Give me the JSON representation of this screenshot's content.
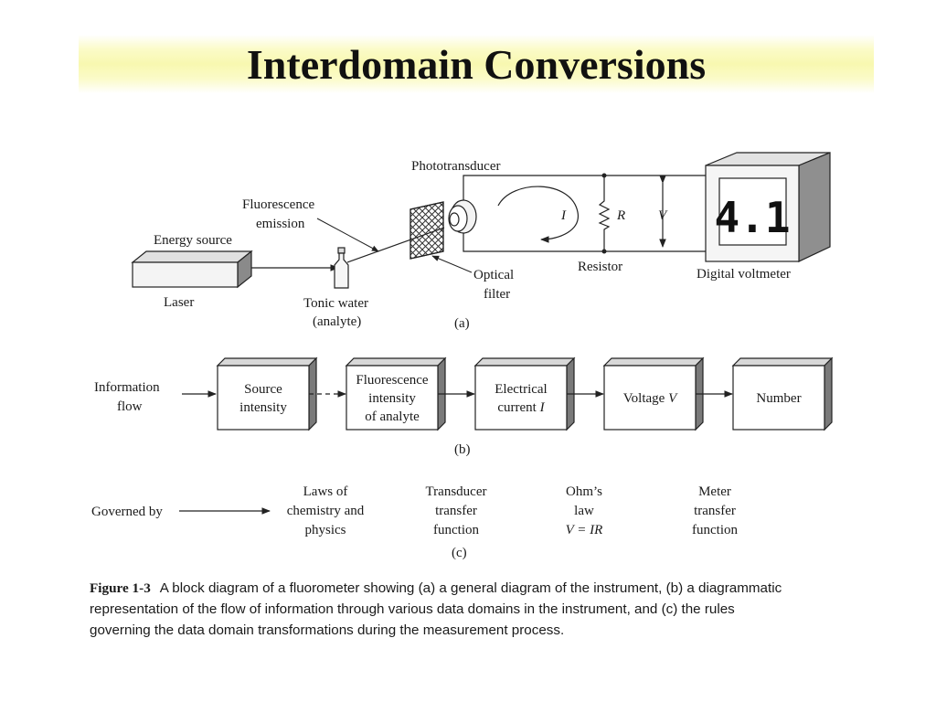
{
  "slide": {
    "title": "Interdomain Conversions"
  },
  "panel_a": {
    "label": "(a)",
    "energy_source": "Energy source",
    "laser": "Laser",
    "fluorescence_emission": [
      "Fluorescence",
      "emission"
    ],
    "tonic_water": [
      "Tonic water",
      "(analyte)"
    ],
    "phototransducer": "Phototransducer",
    "optical_filter": [
      "Optical",
      "filter"
    ],
    "current_symbol": "I",
    "resistor_symbol": "R",
    "voltage_symbol": "V",
    "resistor": "Resistor",
    "digital_voltmeter": "Digital voltmeter",
    "display_reading": "4.1"
  },
  "panel_b": {
    "label": "(b)",
    "info_flow": [
      "Information",
      "flow"
    ],
    "blocks": [
      {
        "lines": [
          "Source",
          "intensity"
        ]
      },
      {
        "lines": [
          "Fluorescence",
          "intensity",
          "of analyte"
        ]
      },
      {
        "lines": [
          "Electrical",
          "current I"
        ]
      },
      {
        "lines": [
          "Voltage V"
        ]
      },
      {
        "lines": [
          "Number"
        ]
      }
    ]
  },
  "panel_c": {
    "label": "(c)",
    "governed_by": "Governed by",
    "rules": [
      {
        "lines": [
          "Laws of",
          "chemistry and",
          "physics"
        ]
      },
      {
        "lines": [
          "Transducer",
          "transfer",
          "function"
        ]
      },
      {
        "lines": [
          "Ohm’s",
          "law",
          "V = IR"
        ]
      },
      {
        "lines": [
          "Meter",
          "transfer",
          "function"
        ]
      }
    ]
  },
  "caption": {
    "figure_label": "Figure 1-3",
    "text": "A block diagram of a fluorometer showing (a) a general diagram of the instrument, (b) a diagrammatic representation of the flow of information through various data domains in the instrument, and (c) the rules governing the data domain transformations during the measurement process."
  }
}
